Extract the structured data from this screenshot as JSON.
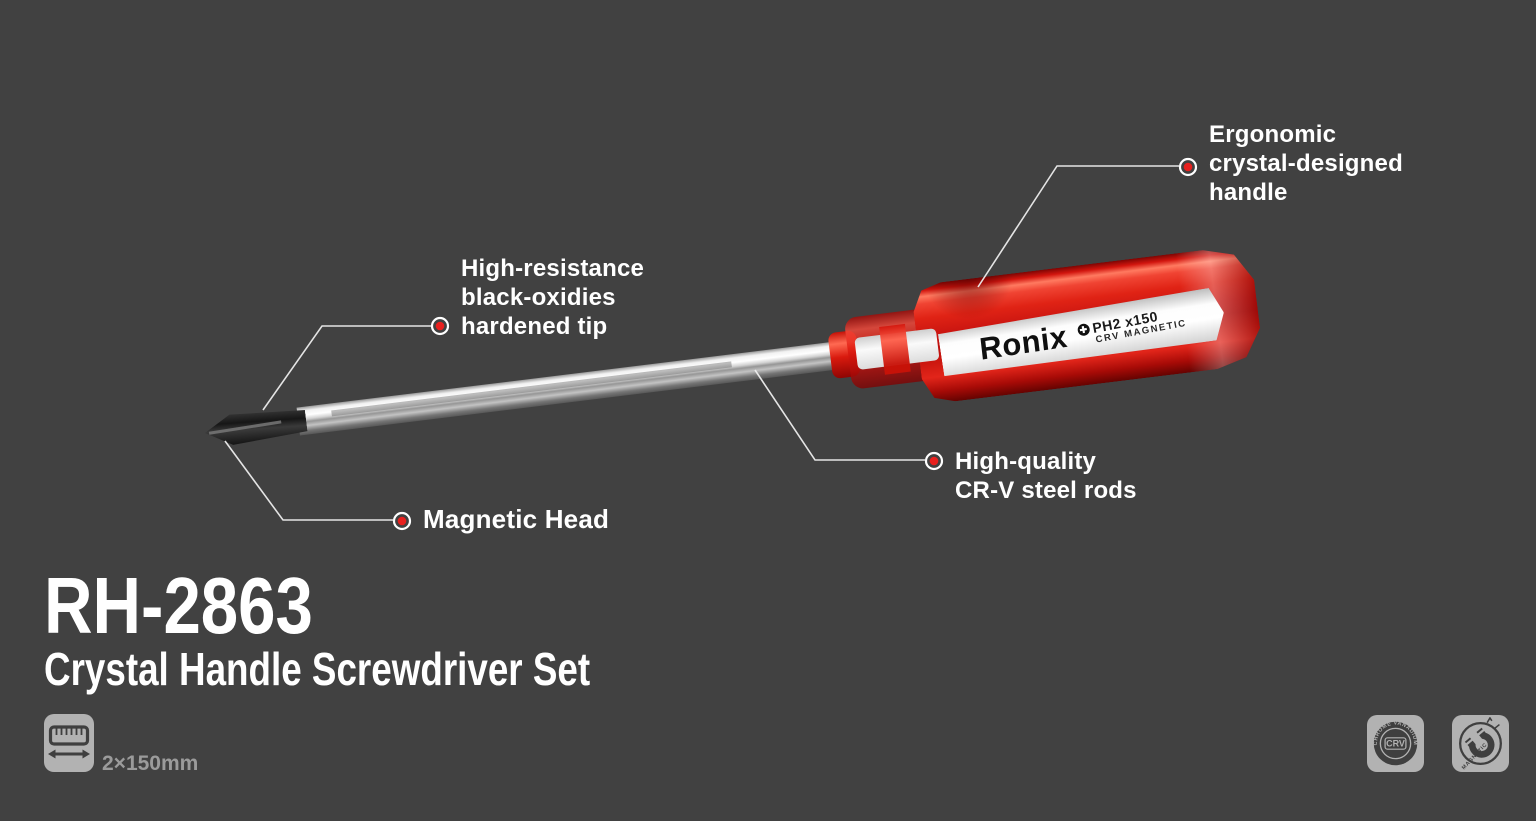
{
  "colors": {
    "background": "#414141",
    "accent_red": "#e8201e",
    "text_white": "#ffffff",
    "muted_gray": "#9b9b9b",
    "badge_gray": "#b2b2b2",
    "emblem_dark": "#3f3f3f"
  },
  "callouts": {
    "ergonomic": {
      "lines": [
        "Ergonomic",
        "crystal-designed",
        "handle"
      ]
    },
    "tip": {
      "lines": [
        "High-resistance",
        "black-oxidies",
        "hardened tip"
      ]
    },
    "rod": {
      "lines": [
        "High-quality",
        "CR-V steel rods"
      ]
    },
    "magnetic": {
      "lines": [
        "Magnetic Head"
      ]
    }
  },
  "product": {
    "model": "RH-2863",
    "name": "Crystal Handle Screwdriver Set",
    "size_spec": "2×150mm"
  },
  "screwdriver_label": {
    "brand": "Ronix",
    "tip_symbol": "✚",
    "spec": "PH2 x150",
    "sub_spec": "CRV MAGNETIC"
  },
  "badges": {
    "crv": {
      "arc_text": "CHROME VANADIUM",
      "center_text": "CRV"
    },
    "magnetic": {
      "arc_text": "MAGNETIC"
    }
  }
}
